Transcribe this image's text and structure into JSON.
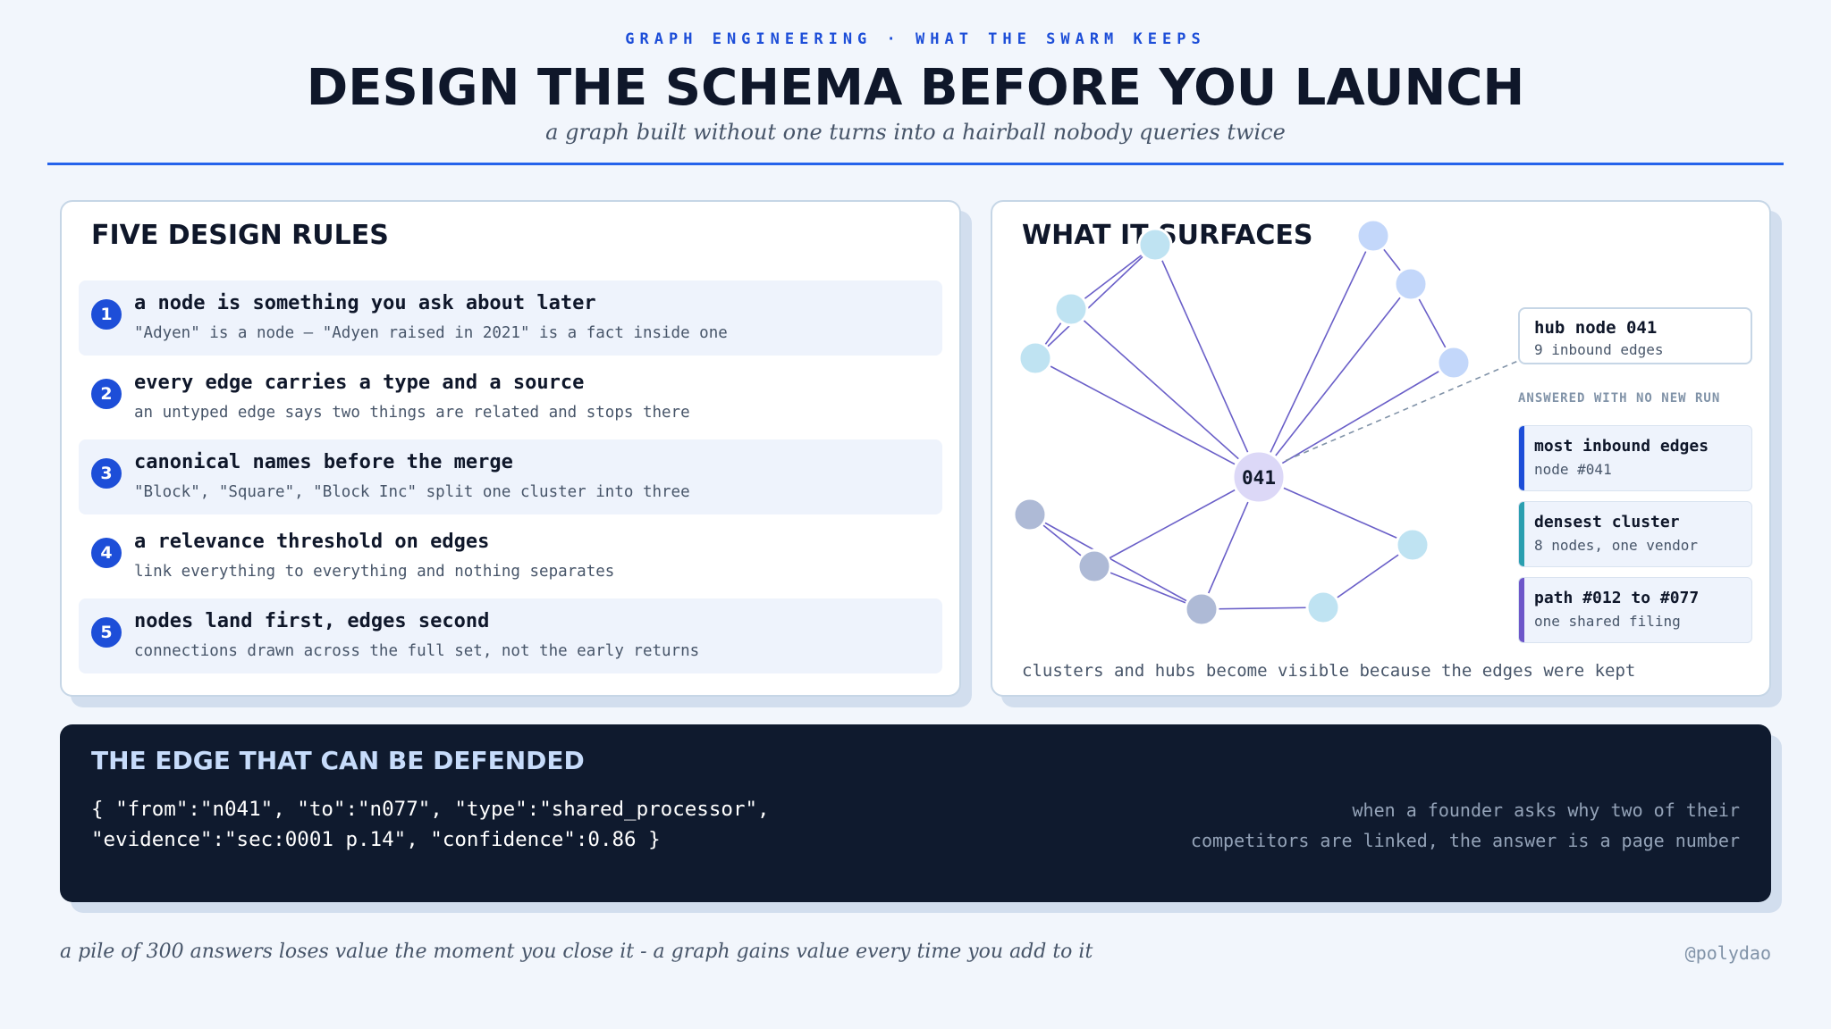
{
  "header": {
    "kicker": "GRAPH ENGINEERING · WHAT THE SWARM KEEPS",
    "title": "DESIGN THE SCHEMA BEFORE YOU LAUNCH",
    "subtitle": "a graph built without one turns into a hairball nobody queries twice"
  },
  "rules_card": {
    "title": "FIVE DESIGN RULES",
    "rules": [
      {
        "num": "1",
        "head": "a node is something you ask about later",
        "sub": "\"Adyen\" is a node — \"Adyen raised in 2021\" is a fact inside one"
      },
      {
        "num": "2",
        "head": "every edge carries a type and a source",
        "sub": "an untyped edge says two things are related and stops there"
      },
      {
        "num": "3",
        "head": "canonical names before the merge",
        "sub": "\"Block\", \"Square\", \"Block Inc\" split one cluster into three"
      },
      {
        "num": "4",
        "head": "a relevance threshold on edges",
        "sub": "link everything to everything and nothing separates"
      },
      {
        "num": "5",
        "head": "nodes land first, edges second",
        "sub": "connections drawn across the full set, not the early returns"
      }
    ]
  },
  "surfaces_card": {
    "title": "WHAT IT SURFACES",
    "hub_label": "041",
    "hub_box": {
      "title": "hub node 041",
      "sub": "9 inbound edges"
    },
    "answered_label": "ANSWERED WITH NO NEW RUN",
    "facts": [
      {
        "title": "most inbound edges",
        "sub": "node #041",
        "color": "#1d4ed8"
      },
      {
        "title": "densest cluster",
        "sub": "8 nodes, one vendor",
        "color": "#2a9fb0"
      },
      {
        "title": "path #012 to #077",
        "sub": "one shared filing",
        "color": "#6d56c9"
      }
    ],
    "caption": "clusters and hubs become visible because the edges were kept"
  },
  "defended": {
    "title": "THE EDGE THAT CAN BE DEFENDED",
    "code_lines": [
      "{ \"from\":\"n041\", \"to\":\"n077\", \"type\":\"shared_processor\",",
      "\"evidence\":\"sec:0001 p.14\", \"confidence\":0.86 }"
    ],
    "note_lines": [
      "when a founder asks why two of their",
      "competitors are linked, the answer is a page number"
    ]
  },
  "footer": {
    "quote": "a pile of 300 answers loses value the moment you close it - a graph gains value every time you add to it",
    "handle": "@polydao"
  },
  "colors": {
    "accent": "#1d4ed8",
    "dark_panel": "#0f1a2e",
    "edge": "#6a5fc8"
  }
}
